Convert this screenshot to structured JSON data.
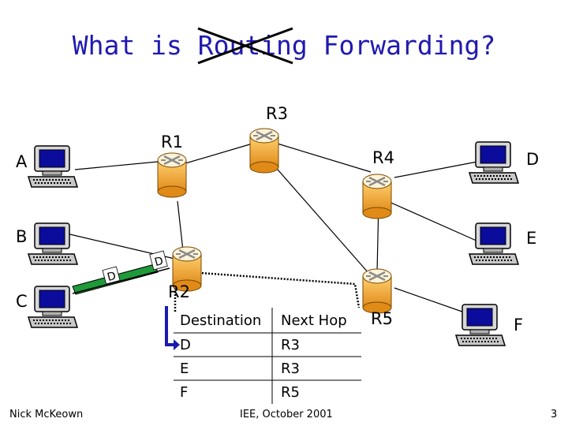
{
  "slide": {
    "title_prefix": "What is ",
    "title_struck": "Routing",
    "title_suffix": " Forwarding?",
    "author": "Nick McKeown",
    "venue": "IEE, October 2001",
    "page_number": "3"
  },
  "routers": [
    {
      "id": "R1",
      "label": "R1"
    },
    {
      "id": "R2",
      "label": "R2"
    },
    {
      "id": "R3",
      "label": "R3"
    },
    {
      "id": "R4",
      "label": "R4"
    },
    {
      "id": "R5",
      "label": "R5"
    }
  ],
  "hosts": [
    {
      "id": "A",
      "label": "A"
    },
    {
      "id": "B",
      "label": "B"
    },
    {
      "id": "C",
      "label": "C"
    },
    {
      "id": "D",
      "label": "D"
    },
    {
      "id": "E",
      "label": "E"
    },
    {
      "id": "F",
      "label": "F"
    }
  ],
  "packet": {
    "label_on_link": "D",
    "label_at_router": "D"
  },
  "forwarding_table": {
    "headers": [
      "Destination",
      "Next Hop"
    ],
    "rows": [
      [
        "D",
        "R3"
      ],
      [
        "E",
        "R3"
      ],
      [
        "F",
        "R5"
      ]
    ]
  },
  "colors": {
    "title": "#1f1ab0",
    "router": "#f0a030",
    "router_dark": "#c87010",
    "host_screen": "#1010a0",
    "packet": "#20a040",
    "arrow": "#1a1ab0"
  }
}
